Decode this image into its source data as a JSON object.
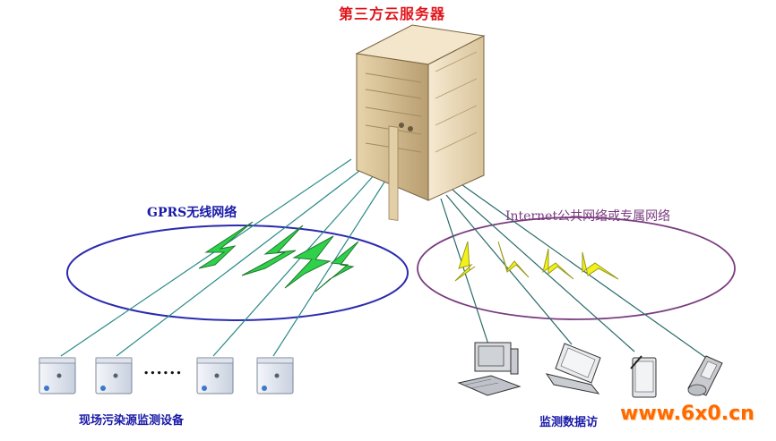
{
  "diagram": {
    "title": "第三方云服务器",
    "gprs_label": "GPRS无线网络",
    "internet_label": "Internet公共网络或专属网络",
    "devices_label": "现场污染源监测设备",
    "access_label": "监测数据访",
    "ellipsis": "......",
    "watermark": "www.6x0.cn",
    "icons": [
      "server-icon",
      "monitor-device-icon",
      "desktop-computer-icon",
      "laptop-icon",
      "tablet-icon",
      "mobile-phone-icon"
    ],
    "colors": {
      "title": "#e0141b",
      "gprs_ellipse": "#2b2bb0",
      "internet_ellipse": "#7a3c80",
      "gprs_bolt": "#2fd14a",
      "internet_bolt": "#f2f21a",
      "watermark": "#ff6a00"
    }
  }
}
